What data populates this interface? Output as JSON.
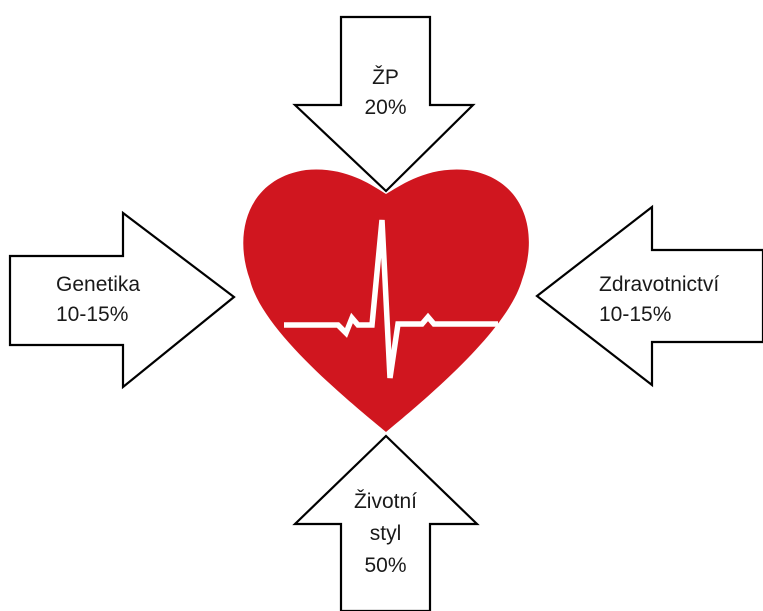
{
  "colors": {
    "heart": "#d0161f",
    "pulse_line": "#ffffff",
    "arrow_fill": "#ffffff",
    "arrow_stroke": "#000000"
  },
  "icons": {
    "center": "heart-with-ekg-pulse-icon"
  },
  "factors": {
    "top": {
      "lines": [
        "ŽP",
        "20%"
      ]
    },
    "left": {
      "lines": [
        "Genetika",
        "10-15%"
      ]
    },
    "right": {
      "lines": [
        "Zdravotnictví",
        "10-15%"
      ]
    },
    "bottom": {
      "lines": [
        "Životní",
        "styl",
        "50%"
      ]
    }
  }
}
